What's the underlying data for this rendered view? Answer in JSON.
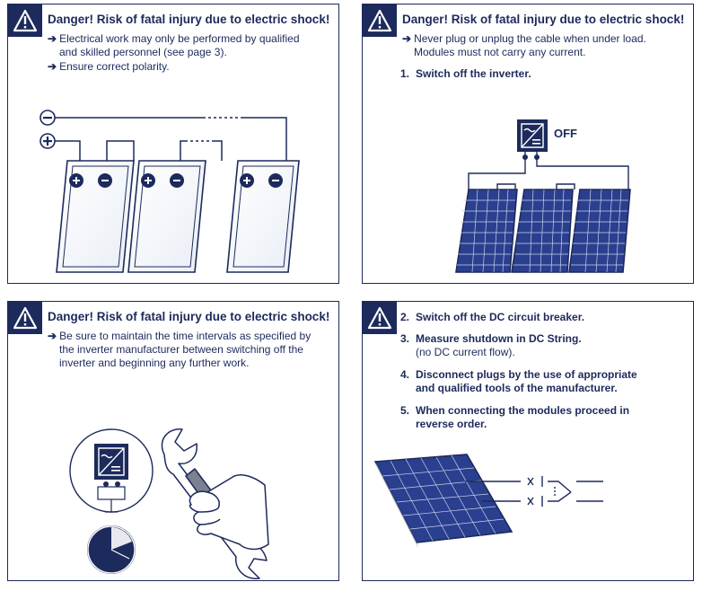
{
  "panel1": {
    "heading": "Danger! Risk of fatal injury due to electric shock!",
    "bullets": [
      {
        "line1": "Electrical work may only be performed by qualified",
        "line2": "and skilled personnel (see page 3)."
      },
      {
        "line1": "Ensure correct polarity.",
        "line2": ""
      }
    ],
    "arrow": "➔",
    "minus_symbol": "−",
    "plus_symbol": "+"
  },
  "panel2": {
    "heading": "Danger! Risk of fatal injury due to electric shock!",
    "bullets": [
      {
        "line1": "Never plug or unplug the cable when under load.",
        "line2": "Modules must not carry any current."
      }
    ],
    "step1": {
      "num": "1.",
      "text": "Switch off the inverter."
    },
    "off_label": "OFF"
  },
  "panel3": {
    "heading": "Danger! Risk of fatal injury due to electric shock!",
    "bullets": [
      {
        "line1": "Be sure to maintain the time intervals as specified by",
        "line2": "the inverter manufacturer between switching off the",
        "line3": "inverter and beginning any further work."
      }
    ]
  },
  "panel4": {
    "steps": [
      {
        "num": "2.",
        "line1": "Switch off the DC circuit breaker.",
        "line2": ""
      },
      {
        "num": "3.",
        "line1": "Measure shutdown in DC String.",
        "line2": "(no DC current flow)."
      },
      {
        "num": "4.",
        "line1": "Disconnect plugs by the use of appropriate",
        "line2": "and qualified tools of the manufacturer."
      },
      {
        "num": "5.",
        "line1": "When connecting the modules proceed in",
        "line2": "reverse order."
      }
    ]
  },
  "colors": {
    "navy": "#1c2a5c",
    "panel_blue": "#2b3f8f"
  },
  "icons": [
    "warning-triangle-icon",
    "inverter-icon",
    "wrench-icon",
    "clock-icon",
    "solar-panel-icon"
  ]
}
